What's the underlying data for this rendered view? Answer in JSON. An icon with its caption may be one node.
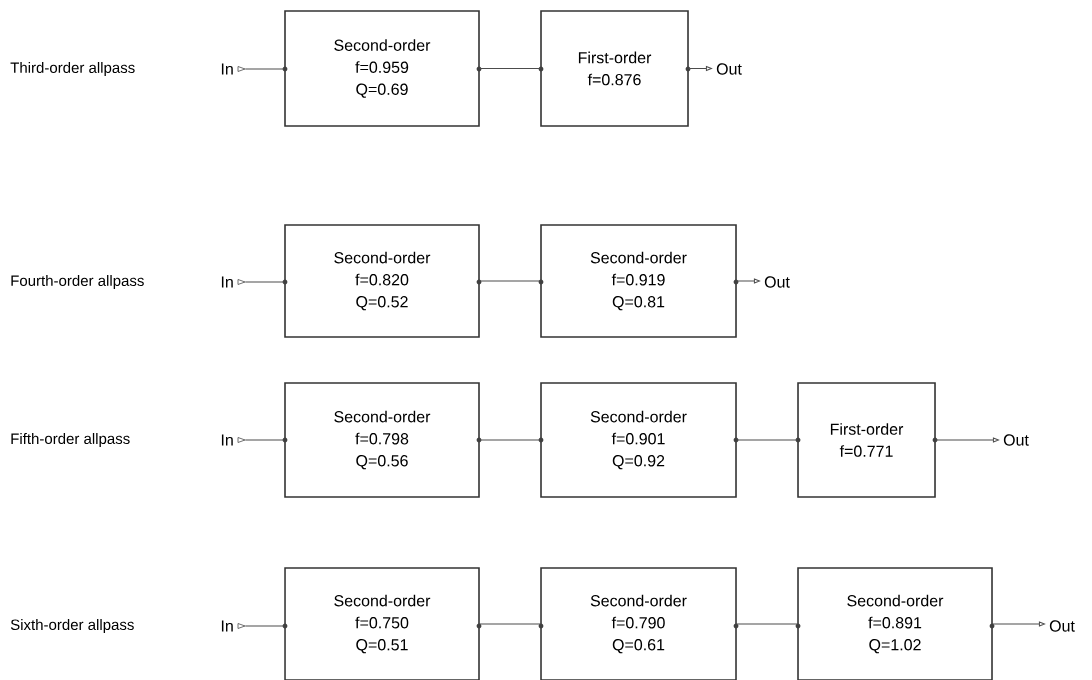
{
  "diagram": {
    "nodes": [
      {
        "text": [
          "In"
        ]
      },
      {
        "text": [
          "Second-order",
          "f=0.959",
          "Q=0.69"
        ]
      },
      {
        "text": [
          "First-order",
          "f=0.876"
        ]
      },
      {
        "text": [
          "Out"
        ]
      },
      {
        "text": [
          "In"
        ]
      },
      {
        "text": [
          "Second-order",
          "f=0.820",
          "Q=0.52"
        ]
      },
      {
        "text": [
          "Second-order",
          "f=0.919",
          "Q=0.81"
        ]
      },
      {
        "text": [
          "Out"
        ]
      },
      {
        "text": [
          "In"
        ]
      },
      {
        "text": [
          "Second-order",
          "f=0.798",
          "Q=0.56"
        ]
      },
      {
        "text": [
          "Second-order",
          "f=0.901",
          "Q=0.92"
        ]
      },
      {
        "text": [
          "First-order",
          "f=0.771"
        ]
      },
      {
        "text": [
          "Out"
        ]
      },
      {
        "text": [
          "In"
        ]
      },
      {
        "text": [
          "Second-order",
          "f=0.750",
          "Q=0.51"
        ]
      },
      {
        "text": [
          "Second-order",
          "f=0.790",
          "Q=0.61"
        ]
      },
      {
        "text": [
          "Second-order",
          "f=0.891",
          "Q=1.02"
        ]
      },
      {
        "text": [
          "Out"
        ]
      }
    ],
    "edges": [
      {
        "from": 0,
        "to": 1,
        "arrow": "none"
      },
      {
        "from": 1,
        "to": 2,
        "arrow": "none"
      },
      {
        "from": 2,
        "to": 3,
        "arrow": "to"
      },
      {
        "from": 4,
        "to": 5,
        "arrow": "none"
      },
      {
        "from": 5,
        "to": 6,
        "arrow": "none"
      },
      {
        "from": 6,
        "to": 7,
        "arrow": "to"
      },
      {
        "from": 8,
        "to": 9,
        "arrow": "none"
      },
      {
        "from": 9,
        "to": 10,
        "arrow": "none"
      },
      {
        "from": 10,
        "to": 11,
        "arrow": "none"
      },
      {
        "from": 11,
        "to": 12,
        "arrow": "to"
      },
      {
        "from": 13,
        "to": 14,
        "arrow": "none"
      },
      {
        "from": 14,
        "to": 15,
        "arrow": "none"
      },
      {
        "from": 15,
        "to": 16,
        "arrow": "none"
      },
      {
        "from": 16,
        "to": 17,
        "arrow": "to"
      }
    ],
    "labels": [
      "Third-order allpass",
      "Fourth-order allpass",
      "Fifth-order allpass",
      "Sixth-order allpass"
    ]
  }
}
